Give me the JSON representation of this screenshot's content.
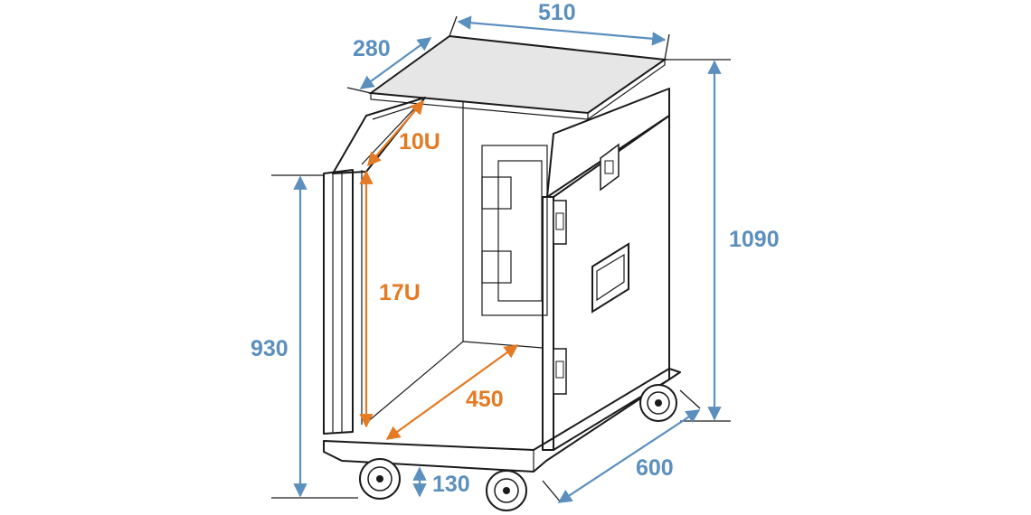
{
  "colors": {
    "blue": "#5b8fbe",
    "orange": "#e47a23",
    "line": "#1a1a1a",
    "lid": "#e6e6e6"
  },
  "dimensions": {
    "outer_width": "510",
    "lid_depth": "280",
    "total_height": "1090",
    "front_height": "930",
    "wheel_height": "130",
    "outer_depth": "600",
    "top_rack": "10U",
    "front_rack": "17U",
    "inner_depth": "450"
  }
}
